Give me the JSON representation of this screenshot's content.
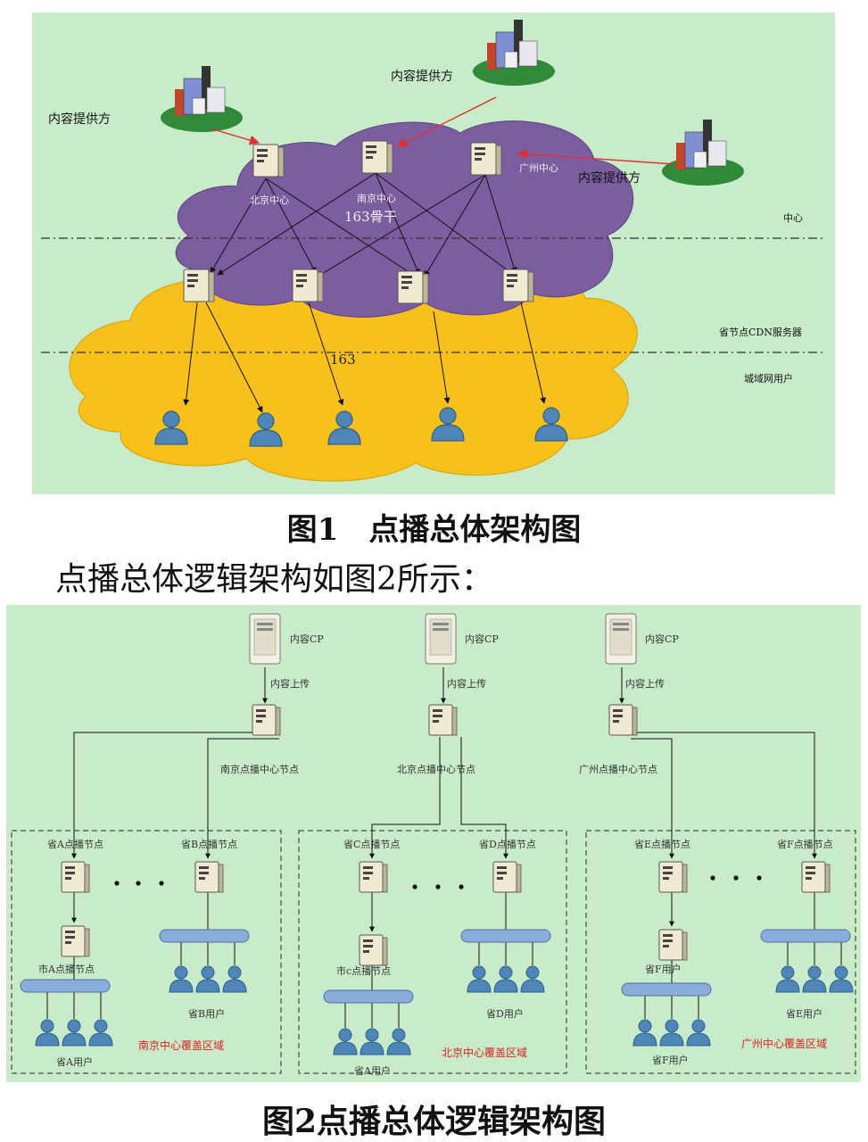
{
  "figure1": {
    "caption": "图1　点播总体架构图",
    "providers": [
      "内容提供方",
      "内容提供方",
      "内容提供方"
    ],
    "centers": [
      "北京中心",
      "南京中心",
      "广州中心"
    ],
    "backbone": "163骨干",
    "network": "163",
    "layers": [
      "中心",
      "省节点CDN服务器",
      "城域网用户"
    ],
    "colors": {
      "background": "#c8ecca",
      "backbone_cloud": "#7b5da0",
      "access_cloud": "#f7c01a",
      "arrow_provider": "#e03030"
    }
  },
  "intro_text": "点播总体逻辑架构如图2所示：",
  "figure2": {
    "caption": "图2点播总体逻辑架构图",
    "columns": [
      {
        "cp_label": "内容CP",
        "upload_label": "内容上传",
        "center_label": "南京点播中心节点",
        "node_left": "省A点播节点",
        "node_right": "省B点播节点",
        "city_node": "市A点播节点",
        "users_left": "省A用户",
        "users_right": "省B用户",
        "region": "南京中心覆盖区域"
      },
      {
        "cp_label": "内容CP",
        "upload_label": "内容上传",
        "center_label": "北京点播中心节点",
        "node_left": "省C点播节点",
        "node_right": "省D点播节点",
        "city_node": "市c点播节点",
        "users_left": "省A用户",
        "users_right": "省D用户",
        "region": "北京中心覆盖区域"
      },
      {
        "cp_label": "内容CP",
        "upload_label": "内容上传",
        "center_label": "广州点播中心节点",
        "node_left": "省E点播节点",
        "node_right": "省F点播节点",
        "city_node": "",
        "users_left": "省F用户",
        "users_right": "省E用户",
        "region": "广州中心覆盖区域"
      }
    ],
    "colors": {
      "background": "#c8ecca",
      "region_text": "#e02020",
      "dashed_border": "#4a4a4a"
    }
  }
}
